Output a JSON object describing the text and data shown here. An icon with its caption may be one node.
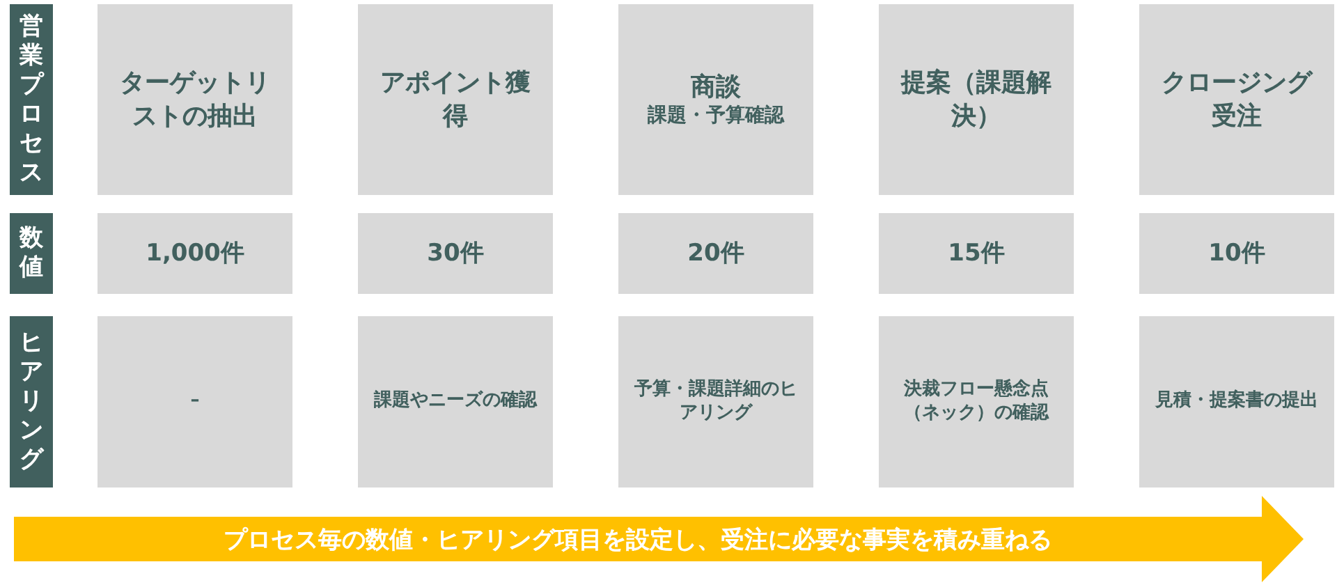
{
  "diagram": {
    "nodes": [
      {
        "text": [
          "営業プロセス"
        ]
      },
      {
        "text": [
          "ターゲットリストの抽出"
        ]
      },
      {
        "text": [
          "アポイント獲得"
        ]
      },
      {
        "text": [
          "商談",
          "課題・予算確認"
        ]
      },
      {
        "text": [
          "提案（課題解決）"
        ]
      },
      {
        "text": [
          "クロージング受注"
        ]
      },
      {
        "text": [
          "数値"
        ]
      },
      {
        "text": [
          "1,000件"
        ]
      },
      {
        "text": [
          "30件"
        ]
      },
      {
        "text": [
          "20件"
        ]
      },
      {
        "text": [
          "15件"
        ]
      },
      {
        "text": [
          "10件"
        ]
      },
      {
        "text": [
          "ヒアリング"
        ]
      },
      {
        "text": [
          "–"
        ]
      },
      {
        "text": [
          "課題やニーズの確認"
        ]
      },
      {
        "text": [
          "予算・課題詳細のヒアリング"
        ]
      },
      {
        "text": [
          "決裁フロー懸念点（ネック）の確認"
        ]
      },
      {
        "text": [
          "見積・提案書の提出"
        ]
      },
      {
        "text": [
          "プロセス毎の数値・ヒアリング項目を設定し、受注に必要な事実を積み重ねる"
        ]
      }
    ]
  }
}
